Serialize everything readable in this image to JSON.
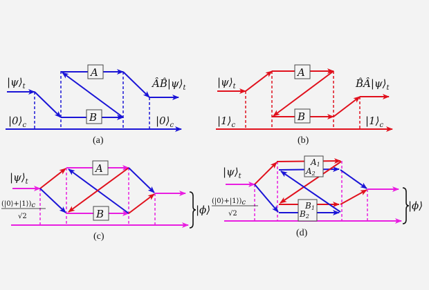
{
  "colors": {
    "background": "#f3f3f3",
    "blue": "#1a14d6",
    "red": "#e0101c",
    "magenta": "#e81ee0",
    "box_fill": "#f4f4f4",
    "box_stroke": "#444444"
  },
  "panels": {
    "a": {
      "caption": "(a)",
      "input_label": "|ψ⟩",
      "input_sub": "t",
      "control_label": "|0⟩",
      "control_sub": "c",
      "output_label": "ÂB̂|ψ⟩",
      "output_sub": "t",
      "control_out_label": "|0⟩",
      "control_out_sub": "c",
      "box_top": "A",
      "box_bottom": "B",
      "color": "blue"
    },
    "b": {
      "caption": "(b)",
      "input_label": "|ψ⟩",
      "input_sub": "t",
      "control_label": "|1⟩",
      "control_sub": "c",
      "output_label": "B̂Â|ψ⟩",
      "output_sub": "t",
      "control_out_label": "|1⟩",
      "control_out_sub": "c",
      "box_top": "A",
      "box_bottom": "B",
      "color": "red"
    },
    "c": {
      "caption": "(c)",
      "input_label": "|ψ⟩",
      "input_sub": "t",
      "control_numerator": "(|0⟩+|1⟩)",
      "control_sub": "c",
      "control_denominator": "√2",
      "output_label": "|ϕ⟩",
      "box_top": "A",
      "box_bottom": "B"
    },
    "d": {
      "caption": "(d)",
      "input_label": "|ψ⟩",
      "input_sub": "t",
      "control_numerator": "(|0⟩+|1⟩)",
      "control_sub": "c",
      "control_denominator": "√2",
      "output_label": "|ϕ⟩",
      "box_top_1": "A",
      "box_top_1_sub": "1",
      "box_top_2": "A",
      "box_top_2_sub": "2",
      "box_bottom_1": "B",
      "box_bottom_1_sub": "1",
      "box_bottom_2": "B",
      "box_bottom_2_sub": "2"
    }
  }
}
